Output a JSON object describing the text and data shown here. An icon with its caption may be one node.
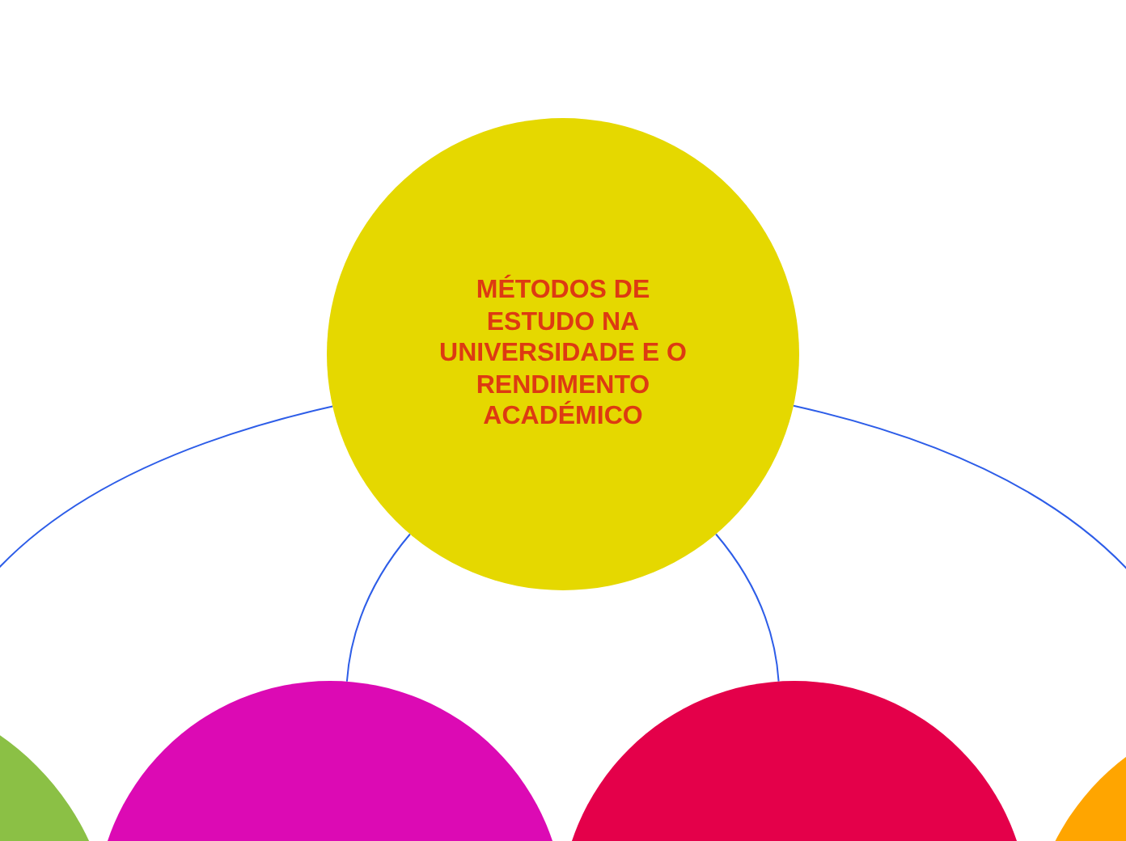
{
  "diagram": {
    "nodes": [
      {
        "text": [
          "MÉTODOS DE ESTUDO NA UNIVERSIDADE E O RENDIMENTO ACADÉMICO"
        ]
      },
      {
        "text": [],
        "shape": "circle"
      },
      {
        "text": [],
        "shape": "circle"
      },
      {
        "text": [],
        "shape": "circle"
      },
      {
        "text": [],
        "shape": "circle"
      }
    ],
    "edges": [
      {
        "from": 0,
        "to": 1,
        "arrow": "none"
      },
      {
        "from": 0,
        "to": 2,
        "arrow": "none"
      },
      {
        "from": 0,
        "to": 3,
        "arrow": "none"
      },
      {
        "from": 0,
        "to": 4,
        "arrow": "none"
      }
    ]
  }
}
